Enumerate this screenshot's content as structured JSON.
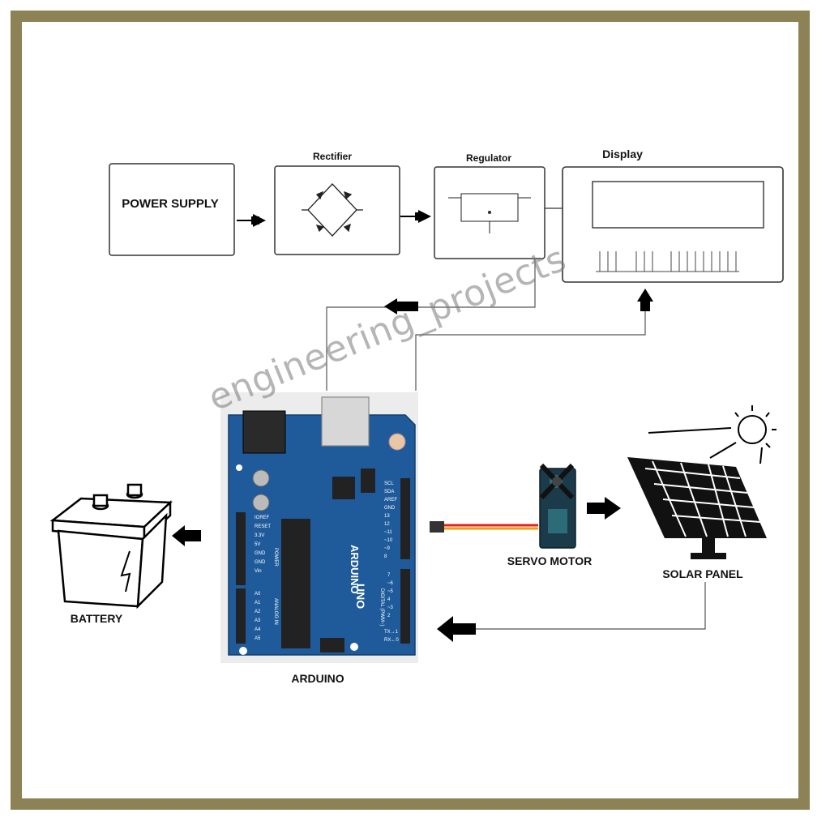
{
  "blocks": {
    "power_supply": "POWER SUPPLY",
    "rectifier": "Rectifier",
    "regulator": "Regulator",
    "display": "Display",
    "arduino": "ARDUINO",
    "battery": "BATTERY",
    "servo_motor": "SERVO MOTOR",
    "solar_panel": "SOLAR PANEL"
  },
  "watermark": "engineering_projects",
  "colors": {
    "frame_border": "#8d8256",
    "arduino_board": "#1f5b9a",
    "servo_wire_red": "#e2231a",
    "servo_wire_orange": "#f39c12",
    "arrow": "#000000"
  },
  "arduino_board": {
    "logo": "ARDUINO",
    "model": "UNO",
    "left_header": [
      "IOREF",
      "RESET",
      "3.3V",
      "5V",
      "GND",
      "GND",
      "Vin"
    ],
    "analog_header": [
      "A0",
      "A1",
      "A2",
      "A3",
      "A4",
      "A5"
    ],
    "digital_header": [
      "SCL",
      "SDA",
      "AREF",
      "GND",
      "13",
      "12",
      "~11",
      "~10",
      "~9",
      "8",
      "7",
      "~6",
      "~5",
      "4",
      "~3",
      "2",
      "TX→1",
      "RX←0"
    ],
    "power_label": "POWER",
    "analog_label": "ANALOG IN",
    "digital_label": "DIGITAL (PWM~)"
  }
}
